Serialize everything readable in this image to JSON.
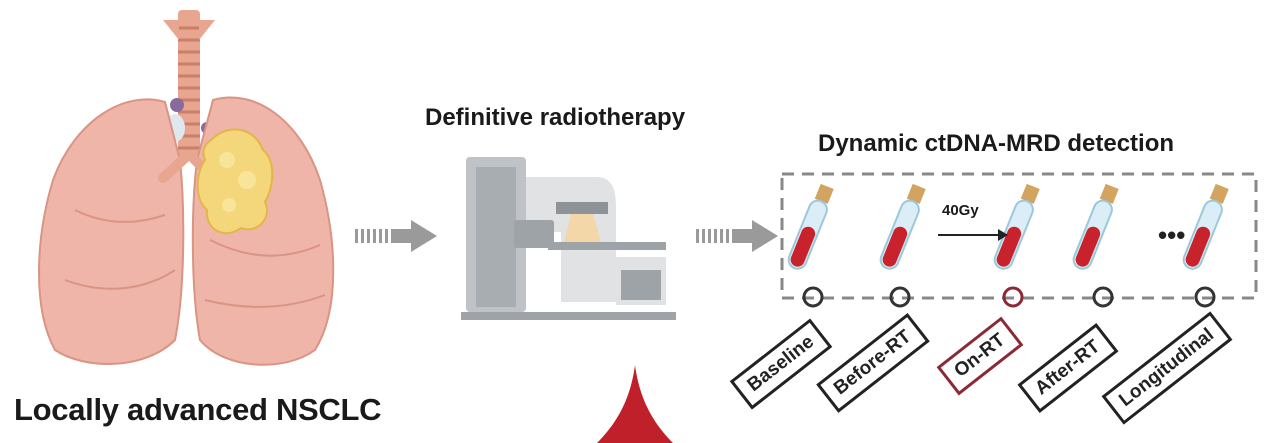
{
  "lung": {
    "title": "Locally advanced NSCLC",
    "icon": "lungs-icon"
  },
  "radiotherapy": {
    "title": "Definitive radiotherapy",
    "icon": "linear-accelerator-icon"
  },
  "detection": {
    "title": "Dynamic ctDNA-MRD detection",
    "dose_label": "40Gy",
    "ellipsis": "•••",
    "tubes": [
      {
        "label": "Baseline",
        "highlight": false
      },
      {
        "label": "Before-RT",
        "highlight": false
      },
      {
        "label": "On-RT",
        "highlight": true
      },
      {
        "label": "After-RT",
        "highlight": false
      },
      {
        "label": "Longitudinal",
        "highlight": false
      }
    ]
  },
  "colors": {
    "lung": "#efb5a8",
    "tumor": "#f4d77a",
    "machine": "#9ea3a8",
    "blood": "#c8222c",
    "highlight": "#8b2a35",
    "accent_red": "#c0202a"
  }
}
